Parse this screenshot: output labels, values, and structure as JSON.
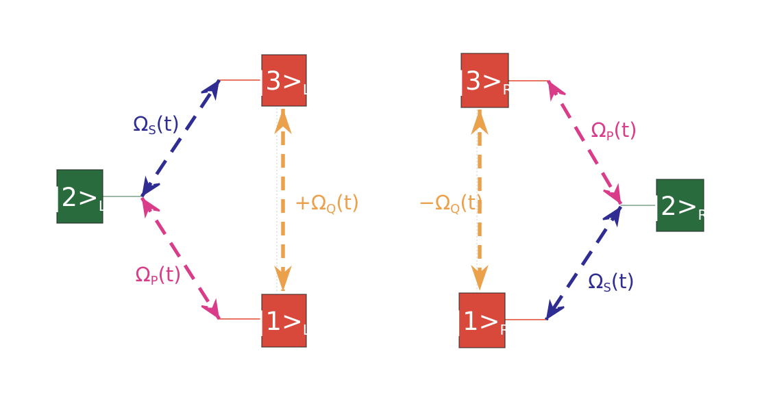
{
  "colors": {
    "excited_box_red": "#D8493B",
    "ground_box_green": "#296B3D",
    "stokes_blue": "#2F2D91",
    "pump_pink": "#D93C88",
    "q_orange": "#EBA14B",
    "state_text": "#FFFFFF",
    "green_connector": "#8FAE9C",
    "red_connector": "#E5604B"
  },
  "left_system": {
    "state_3": {
      "ket": "|3>",
      "sub": "L"
    },
    "state_2": {
      "ket": "|2>",
      "sub": "L"
    },
    "state_1": {
      "ket": "|1>",
      "sub": "L"
    },
    "omega_s": {
      "main": "Ω",
      "sub": "S",
      "suffix": "(t)"
    },
    "omega_p": {
      "main": "Ω",
      "sub": "P",
      "suffix": "(t)"
    },
    "omega_q": {
      "main": "+Ω",
      "sub": "Q",
      "suffix": "(t)"
    }
  },
  "right_system": {
    "state_3": {
      "ket": "|3>",
      "sub": "R"
    },
    "state_2": {
      "ket": "|2>",
      "sub": "R"
    },
    "state_1": {
      "ket": "|1>",
      "sub": "R"
    },
    "omega_p": {
      "main": "Ω",
      "sub": "P",
      "suffix": "(t)"
    },
    "omega_s": {
      "main": "Ω",
      "sub": "S",
      "suffix": "(t)"
    },
    "omega_q": {
      "main": "−Ω",
      "sub": "Q",
      "suffix": "(t)"
    }
  }
}
